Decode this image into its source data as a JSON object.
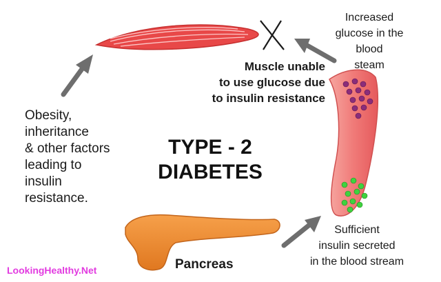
{
  "title": "TYPE - 2\nDIABETES",
  "muscle_caption": "Muscle unable\nto use glucose due\nto insulin resistance",
  "left_caption": "Obesity,\ninheritance\n& other factors\nleading to\ninsulin\nresistance.",
  "glucose_caption": "Increased\nglucose in the\nblood\nsteam",
  "insulin_caption": "Sufficient\ninsulin secreted\nin the blood stream",
  "pancreas_caption": "Pancreas",
  "brand": "LookingHealthy.Net",
  "colors": {
    "muscle": "#e84848",
    "vessel": "#f08080",
    "glucose": "#8b2d7a",
    "insulin": "#3fd23f",
    "pancreas": "#f0892e",
    "arrow": "#6e6e6e",
    "brand": "#e23be0"
  }
}
